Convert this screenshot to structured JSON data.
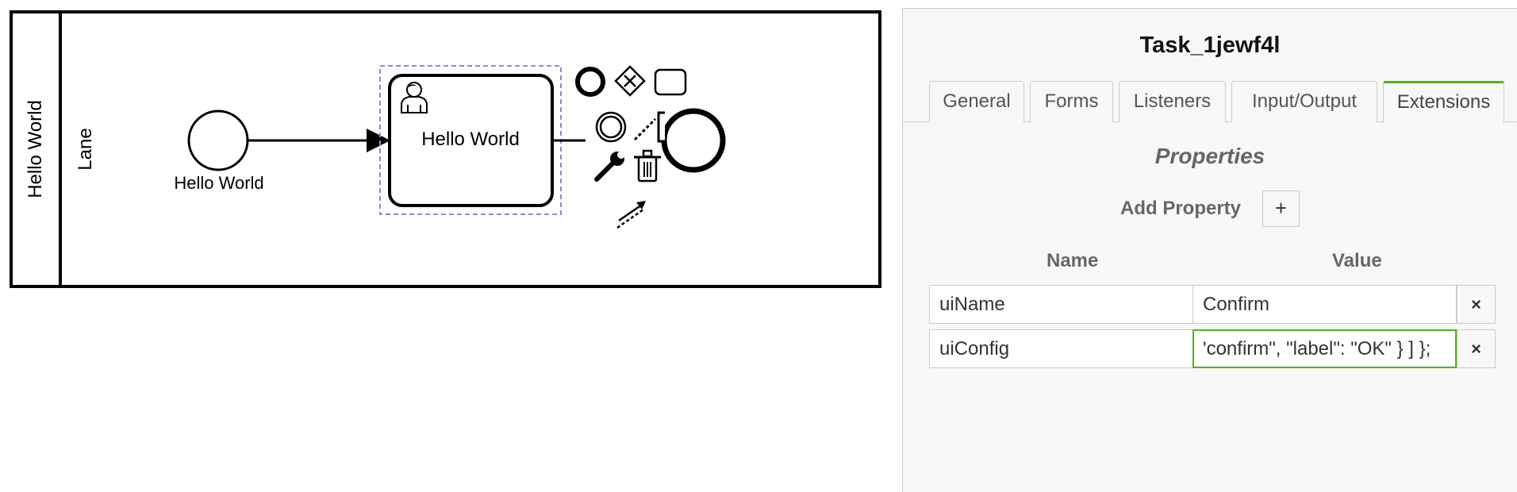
{
  "diagram": {
    "participant_label": "Hello World",
    "lane_label": "Lane",
    "start_event_label": "Hello World",
    "task_label": "Hello World",
    "icons": {
      "task_type": "user-icon",
      "context_pad": [
        "end-event-icon",
        "gateway-icon",
        "task-icon",
        "intermediate-event-icon",
        "text-annotation-icon",
        "wrench-icon",
        "trash-icon",
        "connect-icon"
      ]
    },
    "colors": {
      "selection_outline": "#8b8bdc",
      "stroke": "#000000"
    }
  },
  "panel": {
    "title": "Task_1jewf4l",
    "tabs": [
      {
        "label": "General",
        "active": false
      },
      {
        "label": "Forms",
        "active": false
      },
      {
        "label": "Listeners",
        "active": false
      },
      {
        "label": "Input/Output",
        "active": false
      },
      {
        "label": "Extensions",
        "active": true
      }
    ],
    "section_title": "Properties",
    "add_property_label": "Add Property",
    "add_button_label": "+",
    "columns": {
      "name": "Name",
      "value": "Value"
    },
    "rows": [
      {
        "name": "uiName",
        "value": "Confirm",
        "remove": "×"
      },
      {
        "name": "uiConfig",
        "value": "'confirm\", \"label\": \"OK\" } ] };",
        "remove": "×"
      }
    ],
    "colors": {
      "accent": "#52b415",
      "border": "#cccccc",
      "background": "#f8f8f8"
    }
  }
}
